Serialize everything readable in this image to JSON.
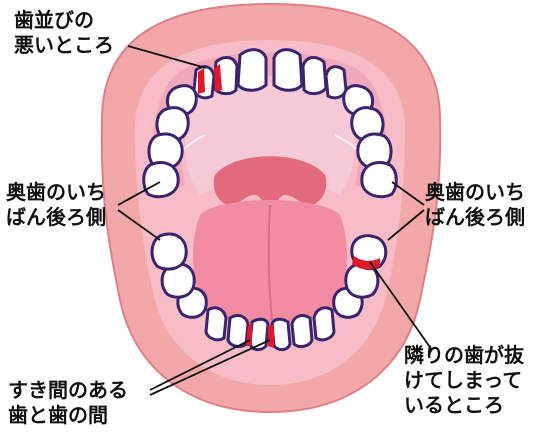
{
  "labels": {
    "crowded_teeth": {
      "line1": "歯並びの",
      "line2": "悪いところ"
    },
    "back_left": {
      "line1": "奥歯のいち",
      "line2": "ばん後ろ側"
    },
    "back_right": {
      "line1": "奥歯のいち",
      "line2": "ばん後ろ側"
    },
    "gap_between": {
      "line1": "すき間のある",
      "line2": "歯と歯の間"
    },
    "next_to_missing": {
      "line1": "隣りの歯が抜",
      "line2": "けてしまって",
      "line3": "いるところ"
    }
  },
  "colors": {
    "lips": "#f2a8a8",
    "lip_outline": "#e07f86",
    "mouth_inside": "#f7bcc6",
    "gum": "#efa3b8",
    "palate": "#f6c9d6",
    "throat": "#e26a7c",
    "tongue": "#f28ca2",
    "tooth_fill": "#ffffff",
    "tooth_outline": "#3a2470",
    "plaque_red": "#e0182a",
    "leader_line": "#111111"
  }
}
